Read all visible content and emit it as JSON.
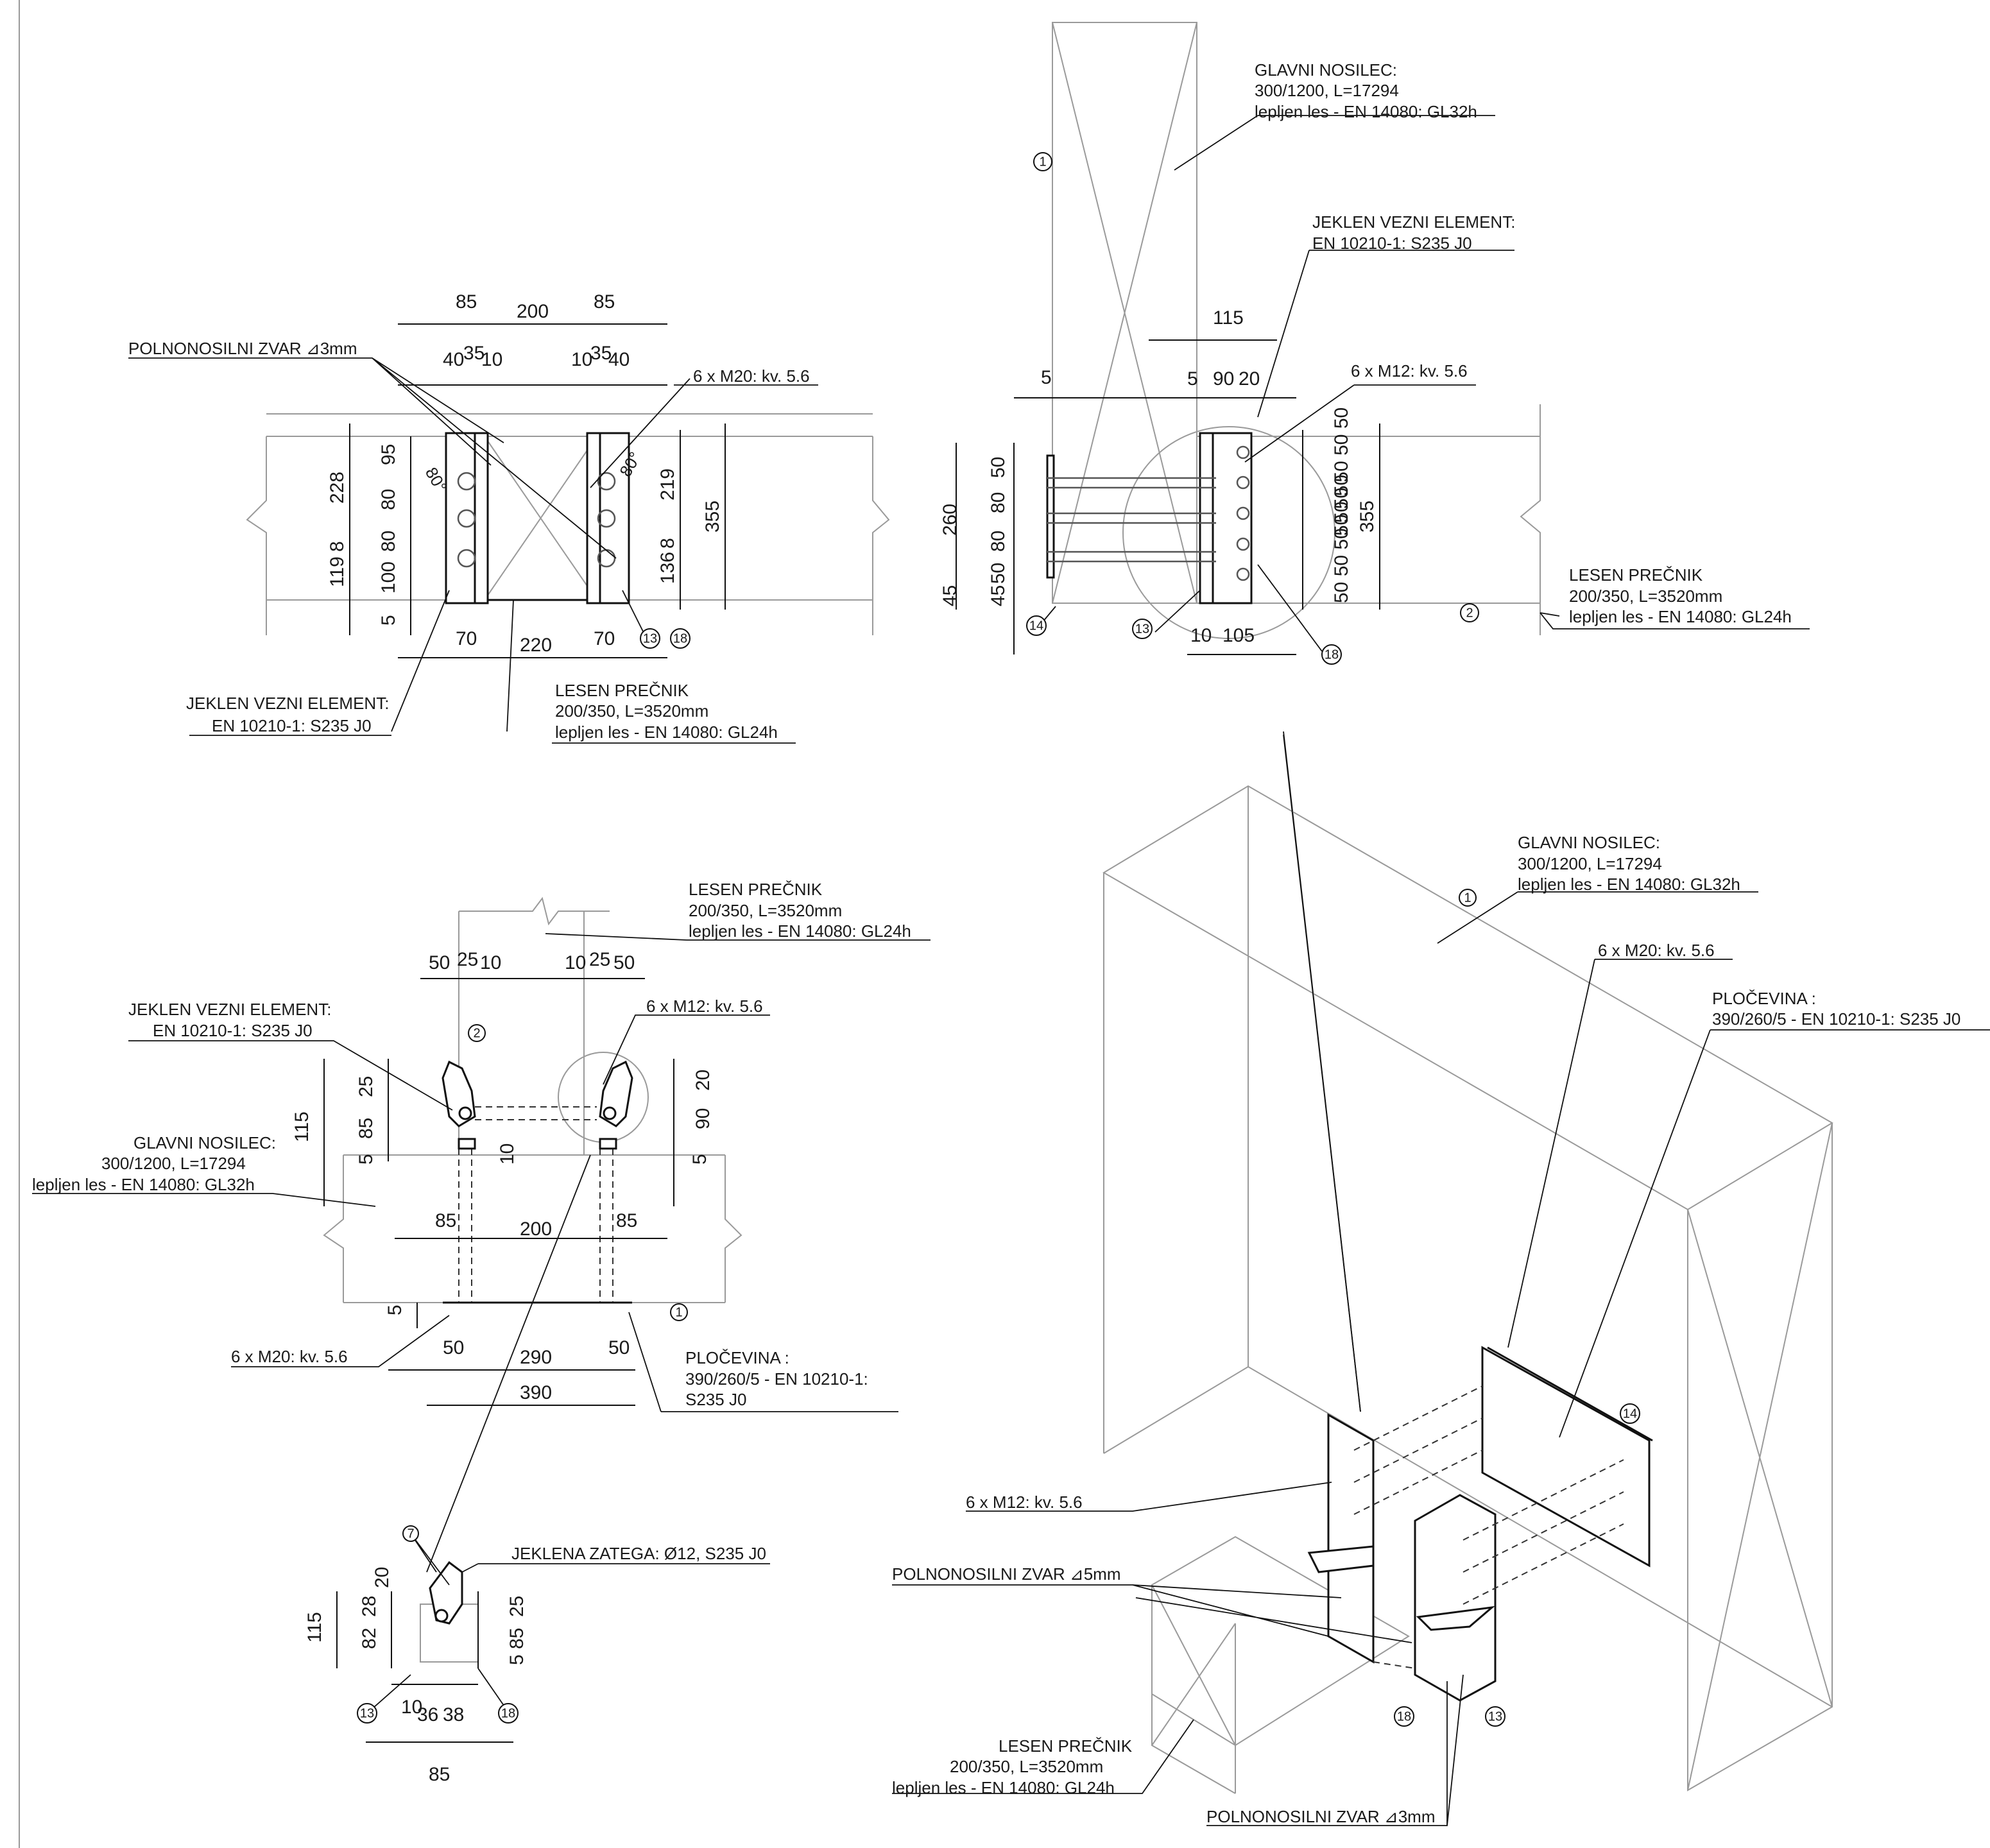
{
  "labels": {
    "glavni_nosilec_title": "GLAVNI NOSILEC:",
    "glavni_nosilec_dims": "300/1200, L=17294",
    "glavni_nosilec_mat": "lepljen les - EN 14080: GL32h",
    "lesen_precnik_title": "LESEN PREČNIK",
    "lesen_precnik_dims": "200/350, L=3520mm",
    "lesen_precnik_mat": "lepljen les - EN 14080: GL24h",
    "jeklen_title": "JEKLEN VEZNI ELEMENT:",
    "jeklen_mat": "EN 10210-1: S235 J0",
    "polnonosilni_3mm": "POLNONOSILNI ZVAR ⊿3mm",
    "polnonosilni_5mm": "POLNONOSILNI ZVAR ⊿5mm",
    "m20": "6 x M20: kv. 5.6",
    "m12": "6 x M12: kv. 5.6",
    "plocevina_title": "PLOČEVINA :",
    "plocevina_dims": "390/260/5 - EN 10210-1: S235 J0",
    "plocevina_dims_short": "390/260/5 - EN 10210-1:",
    "plocevina_mat_short": "S235 J0",
    "zatega": "JEKLENA ZATEGA: Ø12, S235 J0"
  },
  "markers": {
    "m1": "1",
    "m2": "2",
    "m7": "7",
    "m13": "13",
    "m14": "14",
    "m18": "18"
  },
  "dims": {
    "v1_top": [
      "85",
      "200",
      "85"
    ],
    "v1_second": [
      "40",
      "35",
      "10",
      "10",
      "35",
      "40"
    ],
    "v1_bottom": [
      "70",
      "220",
      "70"
    ],
    "v1_left": [
      "228",
      "119",
      "8",
      "95",
      "80",
      "80",
      "100",
      "5"
    ],
    "v1_right": [
      "219",
      "8",
      "136",
      "355"
    ],
    "v1_angles": [
      "80°",
      "80°"
    ],
    "v2_top": [
      "115",
      "5",
      "5",
      "90",
      "20"
    ],
    "v2_left": [
      "260",
      "45",
      "50",
      "80",
      "80",
      "50",
      "45"
    ],
    "v2_right": [
      "50 50 50 50 50",
      "50 50 50 50 50",
      "355"
    ],
    "v2_bottom": [
      "10",
      "105"
    ],
    "v3_top": [
      "50",
      "25",
      "10",
      "10",
      "25",
      "50"
    ],
    "v3_left": [
      "115",
      "85",
      "25",
      "5"
    ],
    "v3_right": [
      "90",
      "20",
      "5"
    ],
    "v3_mid": [
      "10",
      "85",
      "200",
      "85",
      "5"
    ],
    "v3_bottom": [
      "50",
      "290",
      "50",
      "390"
    ],
    "v4_left": [
      "115",
      "82",
      "28",
      "20"
    ],
    "v4_right": [
      "85",
      "25",
      "5"
    ],
    "v4_bottom": [
      "10",
      "36",
      "38",
      "85"
    ]
  }
}
